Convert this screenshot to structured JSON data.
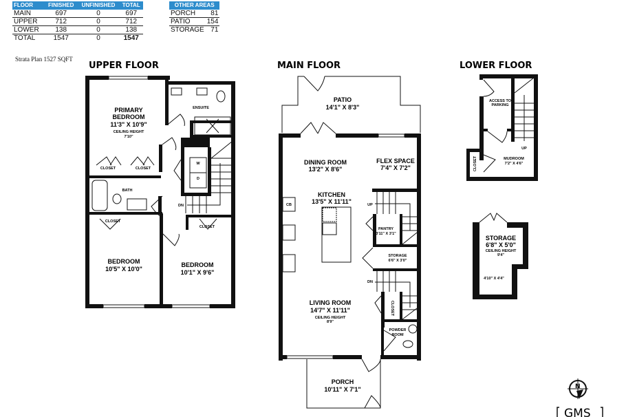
{
  "summary_table": {
    "headers": [
      "FLOOR",
      "FINISHED",
      "UNFINISHED",
      "TOTAL"
    ],
    "rows": [
      [
        "MAIN",
        "697",
        "0",
        "697"
      ],
      [
        "UPPER",
        "712",
        "0",
        "712"
      ],
      [
        "LOWER",
        "138",
        "0",
        "138"
      ]
    ],
    "total": [
      "TOTAL",
      "1547",
      "0",
      "1547"
    ]
  },
  "other_areas": {
    "header": "OTHER AREAS",
    "rows": [
      [
        "PORCH",
        "81"
      ],
      [
        "PATIO",
        "154"
      ],
      [
        "STORAGE",
        "71"
      ]
    ]
  },
  "strata_note": "Strata Plan 1527 SQFT",
  "accent_color": "#2d8ccc",
  "upper_floor": {
    "title": "UPPER FLOOR",
    "primary_name": "PRIMARY",
    "primary_name2": "BEDROOM",
    "primary_dim": "11'3\" X 10'9\"",
    "primary_ceiling": "CEILING HEIGHT",
    "primary_ceiling_val": "7'10\"",
    "ensuite": "ENSUITE",
    "closet": "CLOSET",
    "bath": "BATH",
    "washer": "W",
    "dryer": "D",
    "dn": "DN",
    "bed1_name": "BEDROOM",
    "bed1_dim": "10'5\" X 10'0\"",
    "bed2_name": "BEDROOM",
    "bed2_dim": "10'1\" X 9'6\""
  },
  "main_floor": {
    "title": "MAIN FLOOR",
    "patio": "PATIO",
    "patio_dim": "14'1\" X 8'3\"",
    "dining": "DINING ROOM",
    "dining_dim": "13'2\" X 8'6\"",
    "flex": "FLEX SPACE",
    "flex_dim": "7'4\" X 7'2\"",
    "kitchen": "KITCHEN",
    "kitchen_dim": "13'5\" X 11'11\"",
    "cb": "CB",
    "up": "UP",
    "dn": "DN",
    "pantry": "PANTRY",
    "pantry_dim": "3'11\" X 3'1\"",
    "storage": "STORAGE",
    "storage_dim": "6'6\" X 3'0\"",
    "living": "LIVING ROOM",
    "living_dim": "14'7\" X 11'11\"",
    "living_ceiling": "CEILING HEIGHT",
    "living_ceiling_val": "8'9\"",
    "closet": "CLOSET",
    "powder": "POWDER",
    "powder2": "ROOM",
    "porch": "PORCH",
    "porch_dim": "10'11\" X 7'1\""
  },
  "lower_floor": {
    "title": "LOWER FLOOR",
    "access": "ACCESS TO",
    "access2": "PARKING",
    "up": "UP",
    "mudroom": "MUDROOM",
    "mudroom_dim": "7'2\" X 4'6\"",
    "closet": "CLOSET",
    "storage": "STORAGE",
    "storage_dim": "6'8\" X 5'0\"",
    "storage_ceiling": "CEILING HEIGHT",
    "storage_ceiling_val": "9'4\"",
    "storage_dim2": "4'10\" X 4'4\""
  },
  "compass": {
    "letter": "N",
    "icon": "compass-north-icon"
  },
  "logo": "GMS"
}
